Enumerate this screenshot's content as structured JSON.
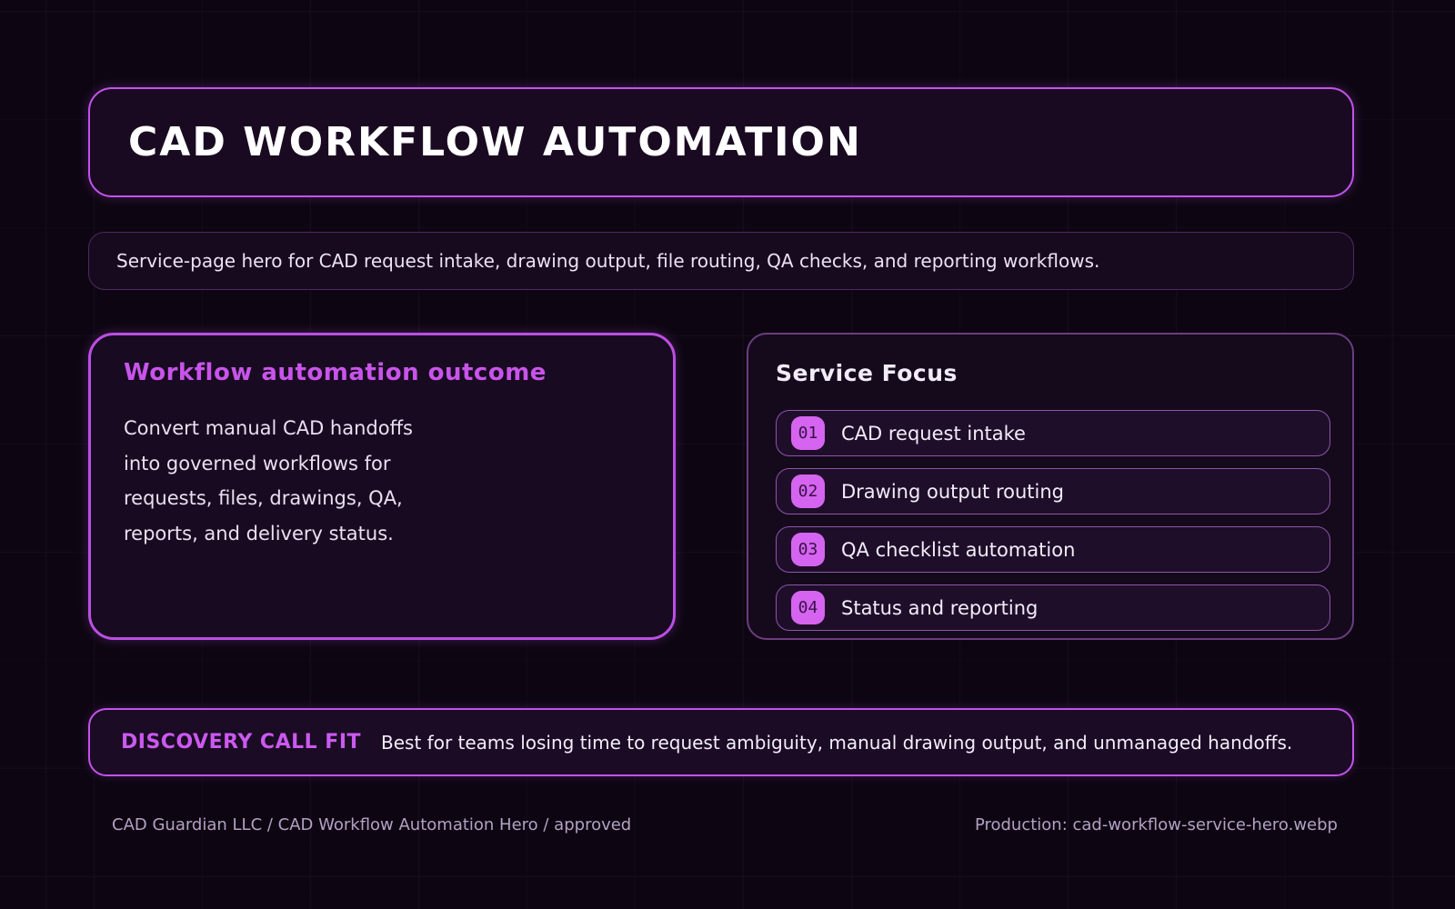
{
  "header": {
    "title": "CAD WORKFLOW AUTOMATION",
    "subtitle": "Service-page hero for CAD request intake, drawing output, file routing, QA checks, and reporting workflows."
  },
  "outcome_card": {
    "heading": "Workflow automation outcome",
    "lines": [
      "Convert manual CAD handoffs",
      "into governed workflows for",
      "requests, files, drawings, QA,",
      "reports, and delivery status."
    ]
  },
  "service_focus": {
    "heading": "Service Focus",
    "items": [
      {
        "number": "01",
        "label": "CAD request intake"
      },
      {
        "number": "02",
        "label": "Drawing output routing"
      },
      {
        "number": "03",
        "label": "QA checklist automation"
      },
      {
        "number": "04",
        "label": "Status and reporting"
      }
    ]
  },
  "discovery": {
    "label": "DISCOVERY CALL FIT",
    "text": "Best for teams losing time to request ambiguity, manual drawing output, and unmanaged handoffs."
  },
  "footer": {
    "left": "CAD Guardian LLC / CAD Workflow Automation Hero / approved",
    "right": "Production: cad-workflow-service-hero.webp"
  },
  "colors": {
    "accent_border": "#c253ea",
    "accent_heading": "#c854ea",
    "badge_bg": "#d564f0",
    "badge_text": "#3a1149",
    "page_bg": "#0d0612",
    "card_bg": "#190a21",
    "muted_border": "#6b3d80",
    "row_border": "#8d55a8",
    "body_text": "#e9e0f1",
    "footer_text": "#b3a1c3"
  }
}
